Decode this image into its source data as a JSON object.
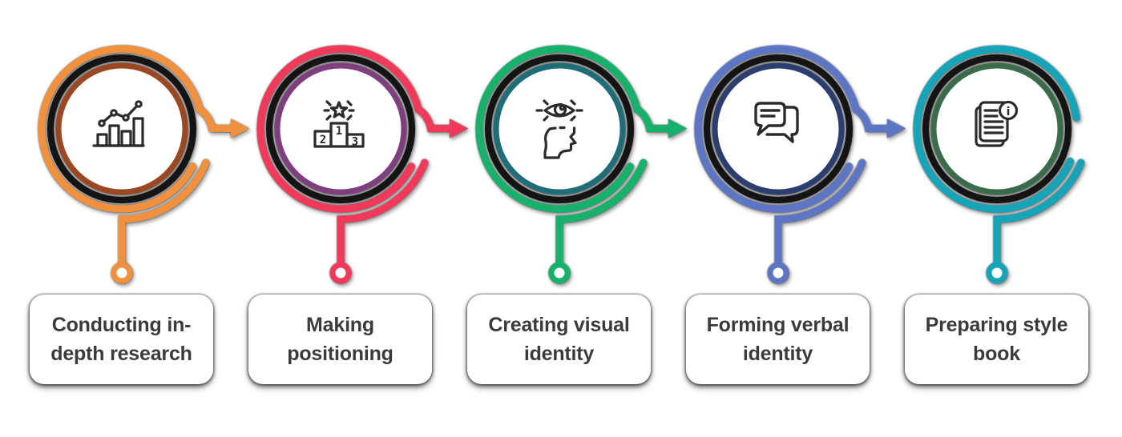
{
  "figure": {
    "background": "#ffffff",
    "ring_color": "#141414",
    "icon_color": "#2b2b2b",
    "label_color": "#3b3b3b",
    "box_background": "#ffffff"
  },
  "steps": [
    {
      "label": "Conducting in-\ndepth research",
      "icon": "bar-chart-trend-icon",
      "colors": {
        "outer": "#F2913D",
        "inner": "#9A4722"
      }
    },
    {
      "label": "Making\npositioning",
      "icon": "winner-podium-icon",
      "podium_numbers": [
        "2",
        "1",
        "3"
      ],
      "colors": {
        "outer": "#F2395A",
        "inner": "#7F3E7E"
      }
    },
    {
      "label": "Creating visual\nidentity",
      "icon": "eye-head-icon",
      "colors": {
        "outer": "#16B26C",
        "inner": "#1F6E77"
      }
    },
    {
      "label": "Forming verbal\nidentity",
      "icon": "chat-bubbles-icon",
      "colors": {
        "outer": "#5C75C5",
        "inner": "#2C3E6F"
      }
    },
    {
      "label": "Preparing style\nbook",
      "icon": "document-info-icon",
      "info_glyph": "i",
      "colors": {
        "outer": "#16A4B8",
        "inner": "#3A6C4C"
      }
    }
  ]
}
